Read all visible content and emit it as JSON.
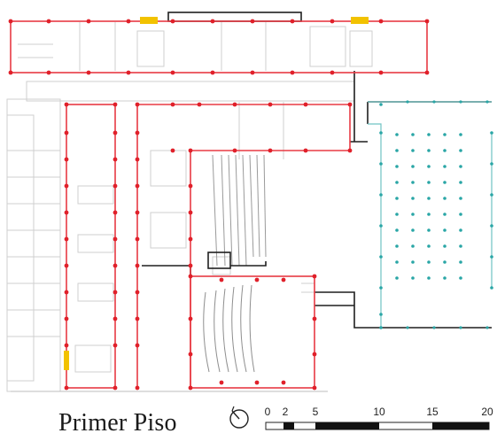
{
  "title": "Primer Piso",
  "compass_icon": "north-arrow-icon",
  "scale_bar": {
    "ticks": [
      "0",
      "2",
      "5",
      "10",
      "15",
      "20"
    ]
  },
  "colors": {
    "wall": "#1f1f1f",
    "thin_line": "#bdbdbd",
    "column_red": "#e0202a",
    "outline_red": "#e83a44",
    "column_teal": "#2aa6a6",
    "stair_yellow": "#f2c200"
  }
}
